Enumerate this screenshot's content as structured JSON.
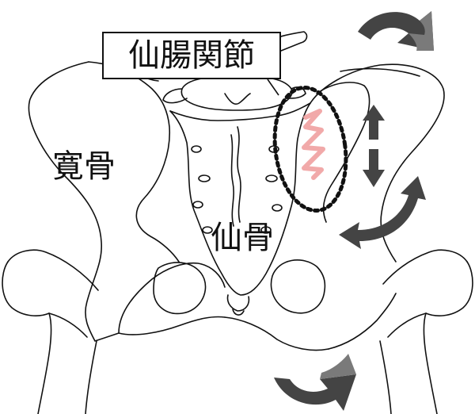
{
  "labels": {
    "joint": "仙腸関節",
    "ilium": "寛骨",
    "sacrum": "仙骨"
  },
  "colors": {
    "outline": "#111111",
    "arrow_dark": "#444444",
    "arrow_light": "#7a7a7a",
    "highlight": "#f0a0a0",
    "dotted_ring": "#111111"
  },
  "icons": {
    "rotation_top": "curved-arrow-icon",
    "rotation_bottom": "curved-arrow-icon",
    "vertical_motion": "double-arrow-vertical-icon",
    "rotation_side": "curved-double-arrow-icon"
  }
}
